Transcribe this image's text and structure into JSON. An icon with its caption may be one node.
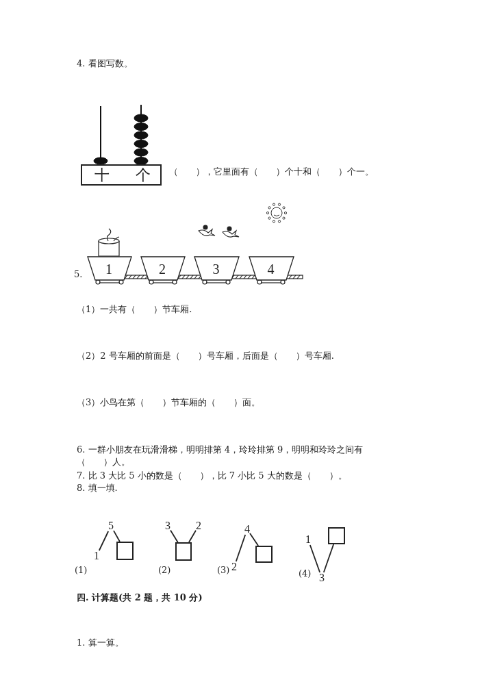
{
  "diagram": {
    "nodes": [
      {
        "text": [
          "十",
          "个"
        ]
      },
      {
        "text": [
          "1"
        ]
      },
      {
        "text": [
          "2"
        ]
      },
      {
        "text": [
          "3"
        ]
      },
      {
        "text": [
          "4"
        ]
      },
      {
        "text": [
          "5"
        ]
      },
      {
        "text": [
          "1"
        ]
      },
      {
        "text": [],
        "shape": "box"
      },
      {
        "text": [
          "3"
        ]
      },
      {
        "text": [
          "2"
        ]
      },
      {
        "text": [],
        "shape": "box"
      },
      {
        "text": [
          "4"
        ]
      },
      {
        "text": [
          "2"
        ]
      },
      {
        "text": [],
        "shape": "box"
      },
      {
        "text": [
          "1"
        ]
      },
      {
        "text": [],
        "shape": "box"
      },
      {
        "text": [
          "3"
        ]
      }
    ],
    "edges": [
      {
        "from": 5,
        "to": 6,
        "arrow": "none"
      },
      {
        "from": 5,
        "to": 7,
        "arrow": "none"
      },
      {
        "from": 8,
        "to": 10,
        "arrow": "none"
      },
      {
        "from": 9,
        "to": 10,
        "arrow": "none"
      },
      {
        "from": 11,
        "to": 12,
        "arrow": "none"
      },
      {
        "from": 11,
        "to": 13,
        "arrow": "none"
      },
      {
        "from": 14,
        "to": 16,
        "arrow": "none"
      },
      {
        "from": 15,
        "to": 16,
        "arrow": "none"
      }
    ],
    "labels": [
      "4. 看图写数。",
      "（　　），它里面有（　　）个十和（　　）个一。",
      "5.",
      "（1）一共有（　　）节车厢.",
      "（2）2 号车厢的前面是（　　）号车厢，后面是（　　）号车厢.",
      "（3）小鸟在第（　　）节车厢的（　　）面。",
      "6. 一群小朋友在玩滑滑梯，明明排第 4，玲玲排第 9，明明和玲玲之间有（　　）人。",
      "7. 比 3 大比 5 小的数是（　　），比 7 小比 5 大的数是（　　）。",
      "8. 填一填.",
      "(1)",
      "(2)",
      "(3)",
      "(4)",
      "四. 计算题(共 2 题，共 10 分)",
      "1. 算一算。"
    ]
  }
}
